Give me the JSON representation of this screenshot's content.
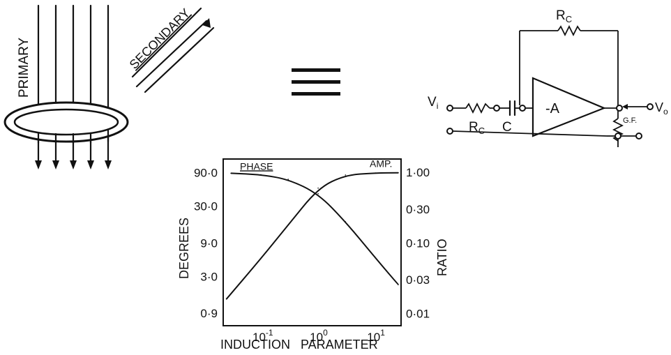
{
  "transformer": {
    "primary_label": "PRIMARY",
    "secondary_label": "SECONDARY"
  },
  "equivalence_symbol": "≡",
  "circuit": {
    "input_label": "Vi",
    "output_label": "Vo",
    "feedback_resistor_label": "RC",
    "input_resistor_label": "RC",
    "capacitor_label": "C",
    "amplifier_label": "-A",
    "potentiometer_label": "G.F."
  },
  "chart_data": {
    "type": "line",
    "xlabel": "INDUCTION   PARAMETER",
    "ylabel_left": "DEGREES",
    "ylabel_right": "RATIO",
    "x_scale": "log",
    "x_ticks": [
      {
        "value": 0.1,
        "base": "10",
        "exp": "-1"
      },
      {
        "value": 1,
        "base": "10",
        "exp": "0"
      },
      {
        "value": 10,
        "base": "10",
        "exp": "1"
      }
    ],
    "xlim": [
      0.022,
      28
    ],
    "left_axis": {
      "scale": "log",
      "ylim": [
        0.6,
        140
      ],
      "ticks": [
        {
          "value": 90,
          "label": "90·0"
        },
        {
          "value": 30,
          "label": "30·0"
        },
        {
          "value": 9,
          "label": "9·0"
        },
        {
          "value": 3,
          "label": "3·0"
        },
        {
          "value": 0.9,
          "label": "0·9"
        }
      ]
    },
    "right_axis": {
      "scale": "log",
      "ylim": [
        0.0067,
        1.55
      ],
      "ticks": [
        {
          "value": 1,
          "label": "1·00"
        },
        {
          "value": 0.3,
          "label": "0·30"
        },
        {
          "value": 0.1,
          "label": "0·10"
        },
        {
          "value": 0.03,
          "label": "0·03"
        },
        {
          "value": 0.01,
          "label": "0·01"
        }
      ]
    },
    "series": [
      {
        "name": "PHASE",
        "axis": "left",
        "points": [
          [
            0.03,
            88
          ],
          [
            0.1,
            84
          ],
          [
            0.3,
            72
          ],
          [
            1,
            45
          ],
          [
            3,
            18
          ],
          [
            10,
            5.5
          ],
          [
            25,
            2.3
          ]
        ]
      },
      {
        "name": "AMP.",
        "axis": "right",
        "points": [
          [
            0.025,
            0.016
          ],
          [
            0.1,
            0.06
          ],
          [
            0.3,
            0.18
          ],
          [
            1,
            0.6
          ],
          [
            3,
            0.92
          ],
          [
            10,
            0.98
          ],
          [
            25,
            0.99
          ]
        ]
      }
    ],
    "grid": false,
    "legend": "inline labels"
  }
}
